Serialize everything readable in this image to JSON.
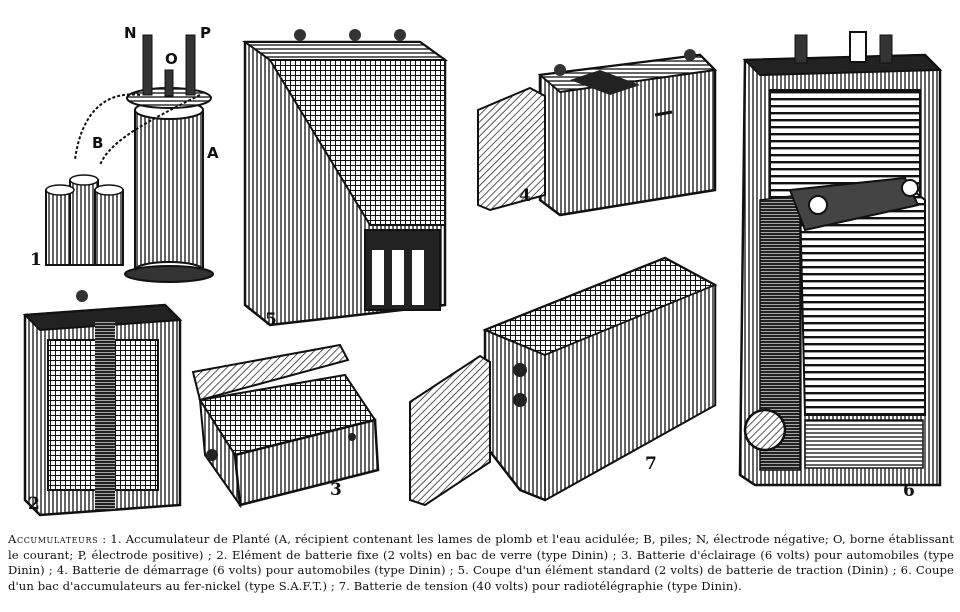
{
  "figure_numbers": {
    "n1": "1",
    "n2": "2",
    "n3": "3",
    "n4": "4",
    "n5": "5",
    "n6": "6",
    "n7": "7"
  },
  "figure_letters": {
    "N": "N",
    "O": "O",
    "P": "P",
    "A": "A",
    "B": "B"
  },
  "caption": {
    "title": "Accumulateurs",
    "text": " : 1. Accumulateur de Planté (A, récipient contenant les lames de plomb et l'eau acidulée; B, piles; N, électrode négative; O, borne établissant le courant; P, électrode positive) ; 2. Elément de batterie fixe (2 volts) en bac de verre (type Dinin) ; 3. Batterie d'éclairage (6 volts) pour automobiles (type Dinin) ; 4. Batterie de démarrage (6 volts) pour automobiles (type Dinin) ; 5. Coupe d'un élément standard (2 volts) de batterie de traction (Dinin) ; 6. Coupe d'un bac d'accumulateurs au fer-nickel (type S.A.F.T.) ; 7. Batterie de tension (40 volts) pour radiotélégraphie (type Dinin)."
  }
}
